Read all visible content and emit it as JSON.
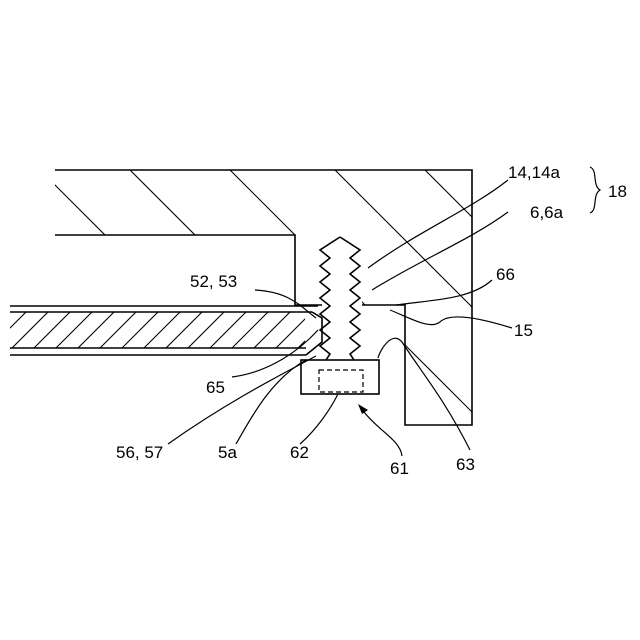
{
  "figure": {
    "labels": {
      "l_14_14a": "14,14a",
      "l_6_6a": "6,6a",
      "l_18": "18",
      "l_66": "66",
      "l_15": "15",
      "l_52_53": "52, 53",
      "l_65": "65",
      "l_56_57": "56, 57",
      "l_5a": "5a",
      "l_62": "62",
      "l_61": "61",
      "l_63": "63"
    }
  }
}
